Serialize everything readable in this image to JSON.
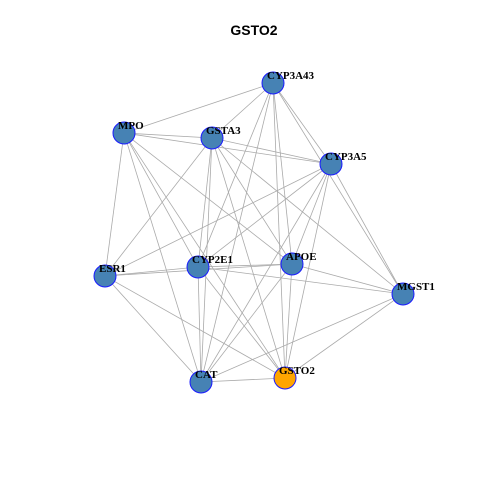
{
  "title": "GSTO2",
  "colors": {
    "default_node": "#4682B4",
    "highlight_node": "#FFA500",
    "node_border": "#1a1aff",
    "edge": "#aaaaaa"
  },
  "graph": {
    "nodes": [
      {
        "id": "CYP3A43",
        "label": "CYP3A43",
        "highlight": false
      },
      {
        "id": "MPO",
        "label": "MPO",
        "highlight": false
      },
      {
        "id": "GSTA3",
        "label": "GSTA3",
        "highlight": false
      },
      {
        "id": "CYP3A5",
        "label": "CYP3A5",
        "highlight": false
      },
      {
        "id": "ESR1",
        "label": "ESR1",
        "highlight": false
      },
      {
        "id": "CYP2E1",
        "label": "CYP2E1",
        "highlight": false
      },
      {
        "id": "APOE",
        "label": "APOE",
        "highlight": false
      },
      {
        "id": "MGST1",
        "label": "MGST1",
        "highlight": false
      },
      {
        "id": "CAT",
        "label": "CAT",
        "highlight": false
      },
      {
        "id": "GSTO2",
        "label": "GSTO2",
        "highlight": true
      }
    ],
    "edges": [
      [
        "CYP3A43",
        "MPO"
      ],
      [
        "CYP3A43",
        "GSTA3"
      ],
      [
        "CYP3A43",
        "CYP3A5"
      ],
      [
        "CYP3A43",
        "CYP2E1"
      ],
      [
        "CYP3A43",
        "APOE"
      ],
      [
        "CYP3A43",
        "MGST1"
      ],
      [
        "CYP3A43",
        "CAT"
      ],
      [
        "CYP3A43",
        "GSTO2"
      ],
      [
        "MPO",
        "GSTA3"
      ],
      [
        "MPO",
        "CYP3A5"
      ],
      [
        "MPO",
        "ESR1"
      ],
      [
        "MPO",
        "CYP2E1"
      ],
      [
        "MPO",
        "APOE"
      ],
      [
        "MPO",
        "CAT"
      ],
      [
        "MPO",
        "GSTO2"
      ],
      [
        "GSTA3",
        "CYP3A5"
      ],
      [
        "GSTA3",
        "ESR1"
      ],
      [
        "GSTA3",
        "CYP2E1"
      ],
      [
        "GSTA3",
        "APOE"
      ],
      [
        "GSTA3",
        "MGST1"
      ],
      [
        "GSTA3",
        "CAT"
      ],
      [
        "GSTA3",
        "GSTO2"
      ],
      [
        "CYP3A5",
        "ESR1"
      ],
      [
        "CYP3A5",
        "CYP2E1"
      ],
      [
        "CYP3A5",
        "APOE"
      ],
      [
        "CYP3A5",
        "MGST1"
      ],
      [
        "CYP3A5",
        "CAT"
      ],
      [
        "CYP3A5",
        "GSTO2"
      ],
      [
        "ESR1",
        "CYP2E1"
      ],
      [
        "ESR1",
        "APOE"
      ],
      [
        "ESR1",
        "CAT"
      ],
      [
        "ESR1",
        "GSTO2"
      ],
      [
        "CYP2E1",
        "APOE"
      ],
      [
        "CYP2E1",
        "MGST1"
      ],
      [
        "CYP2E1",
        "CAT"
      ],
      [
        "CYP2E1",
        "GSTO2"
      ],
      [
        "APOE",
        "MGST1"
      ],
      [
        "APOE",
        "CAT"
      ],
      [
        "APOE",
        "GSTO2"
      ],
      [
        "MGST1",
        "CAT"
      ],
      [
        "MGST1",
        "GSTO2"
      ],
      [
        "CAT",
        "GSTO2"
      ]
    ]
  }
}
